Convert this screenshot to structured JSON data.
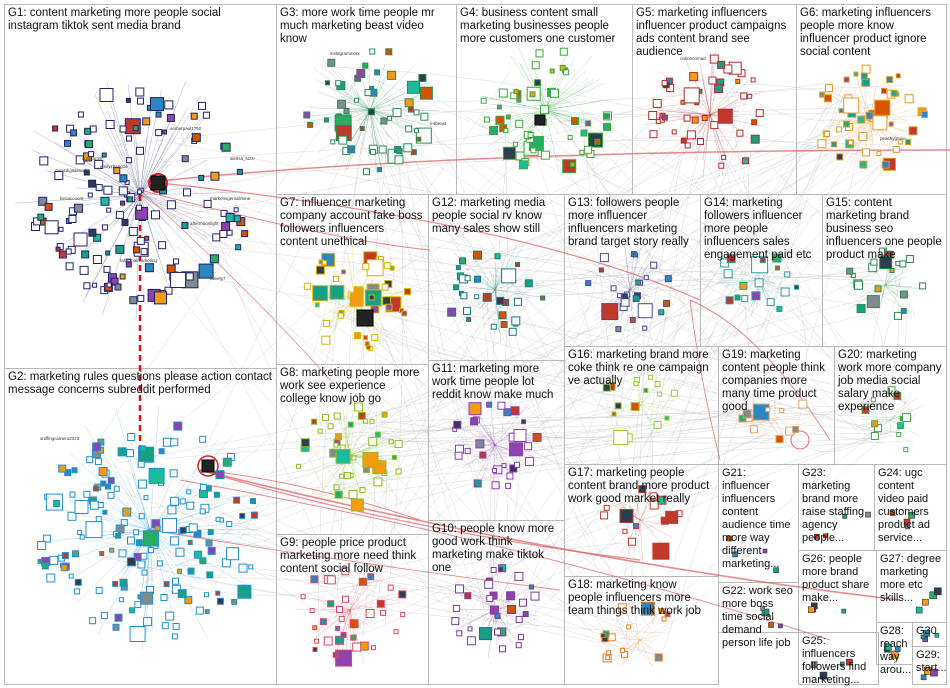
{
  "groups": [
    {
      "id": "G1",
      "label": "G1: content marketing more people social instagram tiktok sent media brand"
    },
    {
      "id": "G2",
      "label": "G2: marketing rules questions please action contact message concerns subreddit performed"
    },
    {
      "id": "G3",
      "label": "G3: more work time people mr much marketing beast video know"
    },
    {
      "id": "G4",
      "label": "G4: business content small marketing businesses people more customers one customer"
    },
    {
      "id": "G5",
      "label": "G5: marketing influencers influencer product campaigns ads content brand see audience"
    },
    {
      "id": "G6",
      "label": "G6: marketing influencers people more know influencer product ignore social content"
    },
    {
      "id": "G7",
      "label": "G7: influencer marketing company account fake boss followers influencers content unethical"
    },
    {
      "id": "G8",
      "label": "G8: marketing people more work see experience college know job go"
    },
    {
      "id": "G9",
      "label": "G9: people price product marketing more need think content social follow"
    },
    {
      "id": "G10",
      "label": "G10: people know more good work think marketing make tiktok one"
    },
    {
      "id": "G11",
      "label": "G11: marketing more work time people lot reddit know make much"
    },
    {
      "id": "G12",
      "label": "G12: marketing media people social rv know many sales show still"
    },
    {
      "id": "G13",
      "label": "G13: followers people more influencer influencers marketing brand target story really"
    },
    {
      "id": "G14",
      "label": "G14: marketing followers influencer more people influencers sales engagement paid etc"
    },
    {
      "id": "G15",
      "label": "G15: content marketing brand business seo influencers one people product make"
    },
    {
      "id": "G16",
      "label": "G16: marketing brand more coke think re one campaign ve actually"
    },
    {
      "id": "G17",
      "label": "G17: marketing people content brand more product work good market really"
    },
    {
      "id": "G18",
      "label": "G18: marketing know people influencers more team things think work job"
    },
    {
      "id": "G19",
      "label": "G19: marketing content people think companies more many time product good"
    },
    {
      "id": "G20",
      "label": "G20: marketing work more company job media social salary make experience"
    },
    {
      "id": "G21",
      "label": "G21: influencer influencers content audience time more way different marketing..."
    },
    {
      "id": "G22",
      "label": "G22: work seo more boss time social demand person life job"
    },
    {
      "id": "G23",
      "label": "G23: marketing brand more raise staffing agency people..."
    },
    {
      "id": "G24",
      "label": "G24: ugc content video paid customers product ad service..."
    },
    {
      "id": "G25",
      "label": "G25: influencers followers find marketing..."
    },
    {
      "id": "G26",
      "label": "G26: people more brand product share make..."
    },
    {
      "id": "G27",
      "label": "G27: degree marketing more etc skills..."
    },
    {
      "id": "G28",
      "label": "G28: reach way arou..."
    },
    {
      "id": "G29",
      "label": "G29: start..."
    },
    {
      "id": "G30",
      "label": "G30"
    }
  ],
  "colors": {
    "grid_line": "#b9b9b9",
    "edge_gray": "#bfbfbf",
    "edge_red": "#e06464",
    "edge_dash": "#e01010",
    "g1": "#22226e",
    "g2": "#1f8fd4",
    "g3": "#2a8a55",
    "g4": "#3aaa3a",
    "g5": "#b52a2a",
    "g6": "#e79a2a",
    "g7": "#d8b400",
    "g8": "#8bbf1e",
    "g9": "#d84a5c",
    "g10": "#7a3a9a",
    "g11": "#8a3ab8",
    "g12": "#1a7a7a",
    "g13": "#4a4a9a",
    "g14": "#2a9a9a",
    "g15": "#2a8a4a",
    "g16": "#9acd32",
    "g17": "#c0392b",
    "g18": "#e67e22",
    "g19": "#e0a060",
    "g20": "#4aa84a"
  },
  "node_labels": [
    "danisdigitalmark",
    "emilyzhang14",
    "fallsocialmarketing",
    "amberpaul1750",
    "colinfarrel",
    "marketingemailmine",
    "aftermoonlight",
    "biroaccount",
    "aleitsa_luzzi",
    "tweety7",
    "sniffingcamera2023",
    "mrbeast",
    "instagrammerx",
    "onlinenomad",
    "peachygrove"
  ]
}
